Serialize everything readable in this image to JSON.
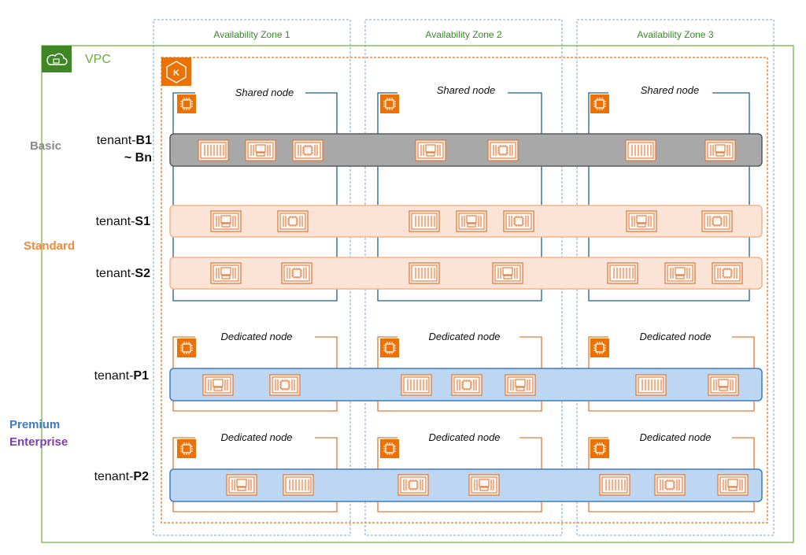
{
  "vpc": {
    "label": "VPC"
  },
  "availability_zones": [
    {
      "label": "Availability Zone 1"
    },
    {
      "label": "Availability Zone 2"
    },
    {
      "label": "Availability Zone 3"
    }
  ],
  "nodes": {
    "shared_label": "Shared node",
    "dedicated_label": "Dedicated node"
  },
  "tiers": {
    "basic": "Basic",
    "standard": "Standard",
    "premium": "Premium",
    "enterprise": "Enterprise"
  },
  "tenants": {
    "b1": {
      "prefix": "tenant-",
      "bold": "B1",
      "line2": "~ Bn"
    },
    "s1": {
      "prefix": "tenant-",
      "bold": "S1"
    },
    "s2": {
      "prefix": "tenant-",
      "bold": "S2"
    },
    "p1": {
      "prefix": "tenant-",
      "bold": "P1"
    },
    "p2": {
      "prefix": "tenant-",
      "bold": "P2"
    }
  },
  "colors": {
    "vpc_green": "#6aae3a",
    "az_dashed": "#79a6d2",
    "cluster_orange": "#f08a3c",
    "shared_node_blue": "#1f5f8b",
    "dedicated_node_orange": "#e07a3c",
    "basic_band": "#a8a8a8",
    "standard_band": "#fbe3d6",
    "premium_band": "#bdd7f2"
  },
  "icons": {
    "vpc": "cloud-lock-icon",
    "cluster": "eks-icon",
    "node": "chip-icon",
    "pods": [
      "container-icon",
      "compute-icon",
      "chip-icon"
    ]
  }
}
